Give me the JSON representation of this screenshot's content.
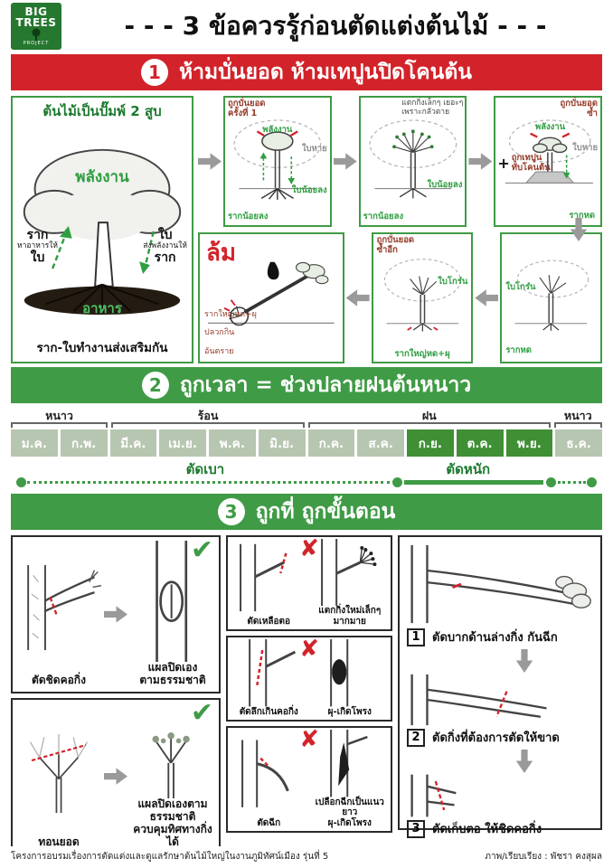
{
  "colors": {
    "red": "#d2232a",
    "green": "#3f9b45",
    "dark_green": "#1c7a2e",
    "month_normal": "#b7c6b0",
    "month_highlight": "#3f8f35"
  },
  "icons": {
    "check": "✔",
    "cross": "✘"
  },
  "logo": {
    "line1": "BIG",
    "line2": "TREES",
    "line3": "PROJECT"
  },
  "header": {
    "title": "- - - 3 ข้อควรรู้ก่อนตัดแต่งต้นไม้ - - -"
  },
  "section1": {
    "number": "1",
    "heading": "ห้ามบั่นยอด ห้ามเทปูนปิดโคนต้น",
    "pump": {
      "title": "ต้นไม้เป็นปั๊มพ์ 2 สูบ",
      "energy": "พลังงาน",
      "food": "อาหาร",
      "left_top": "ราก",
      "left_mid": "หาอาหารให้",
      "left_bottom": "ใบ",
      "right_top": "ใบ",
      "right_mid": "ส่งพลังงานให้",
      "right_bottom": "ราก",
      "caption": "ราก-ใบทำงานส่งเสริมกัน"
    },
    "cut1": {
      "tag": "ถูกบั่นยอด\nครั้งที่ 1",
      "energy": "พลังงาน",
      "leaves_gone": "ใบหาย",
      "roots_less": "รากน้อยลง",
      "leaves_less": "ใบน้อยลง"
    },
    "sprout": {
      "note": "แตกกิ่งเล็กๆ เยอะๆ\nเพราะกลัวตาย",
      "roots_less": "รากน้อยลง",
      "leaves_less": "ใบน้อยลง"
    },
    "cut2": {
      "tag": "ถูกบั่นยอด\nซ้ำ",
      "plus": "+",
      "concrete": "ถูกเทปูน\nทับโคนต้น",
      "energy": "พลังงาน",
      "leaves_gone": "ใบหาย",
      "roots_shrink": "รากหด"
    },
    "fall": {
      "word": "ล้ม",
      "notes": [
        "รากใหญ่หด+ผุ",
        "ปลวกกิน",
        "อันตราย"
      ]
    },
    "cut3": {
      "tag": "ถูกบั่นยอด\nซ้ำอีก",
      "leaves_bare": "ใบโกร๋น",
      "roots_rot": "รากใหญ่หด+ผุ"
    },
    "bare": {
      "leaves_bare": "ใบโกร๋น",
      "roots_shrink": "รากหด"
    }
  },
  "section2": {
    "number": "2",
    "heading": "ถูกเวลา = ช่วงปลายฝนต้นหนาว",
    "seasons": [
      {
        "label": "หนาว"
      },
      {
        "label": "ร้อน"
      },
      {
        "label": "ฝน"
      },
      {
        "label": "หนาว"
      }
    ],
    "months": [
      {
        "label": "ม.ค."
      },
      {
        "label": "ก.พ."
      },
      {
        "label": "มี.ค."
      },
      {
        "label": "เม.ย."
      },
      {
        "label": "พ.ค."
      },
      {
        "label": "มิ.ย."
      },
      {
        "label": "ก.ค."
      },
      {
        "label": "ส.ค."
      },
      {
        "label": "ก.ย."
      },
      {
        "label": "ต.ค."
      },
      {
        "label": "พ.ย."
      },
      {
        "label": "ธ.ค."
      }
    ],
    "highlighted_months": [
      "ก.ย.",
      "ต.ค.",
      "พ.ย."
    ],
    "prune_light": "ตัดเบา",
    "prune_heavy": "ตัดหนัก"
  },
  "section3": {
    "number": "3",
    "heading": "ถูกที่ ถูกขั้นตอน",
    "good1": {
      "left_caption": "ตัดชิดคอกิ่ง",
      "right_caption": "แผลปิดเอง\nตามธรรมชาติ"
    },
    "good2": {
      "left_caption": "ทอนยอด",
      "right_caption": "แผลปิดเองตามธรรมชาติ\nควบคุมทิศทางกิ่งได้"
    },
    "bad": [
      {
        "left_caption": "ตัดเหลือตอ",
        "right_caption": "แตกกิ่งใหม่เล็กๆ\nมากมาย"
      },
      {
        "left_caption": "ตัดลึกเกินคอกิ่ง",
        "right_caption": "ผุ-เกิดโพรง"
      },
      {
        "left_caption": "ตัดฉีก",
        "right_caption": "เปลือกฉีกเป็นแนวยาว\nผุ-เกิดโพรง"
      }
    ],
    "steps": [
      {
        "num": "1",
        "label": "ตัดบากด้านล่างกิ่ง กันฉีก"
      },
      {
        "num": "2",
        "label": "ตัดกิ่งที่ต้องการตัดให้ขาด"
      },
      {
        "num": "3",
        "label": "ตัดเก็บตอ ให้ชิดคอกิ่ง"
      }
    ]
  },
  "footer": {
    "left": "โครงการอบรมเรื่องการตัดแต่งและดูแลรักษาต้นไม้ใหญ่ในงานภูมิทัศน์เมือง รุ่นที่ 5",
    "right": "ภาพ/เรียบเรียง : พัชรา คงสุผล"
  }
}
